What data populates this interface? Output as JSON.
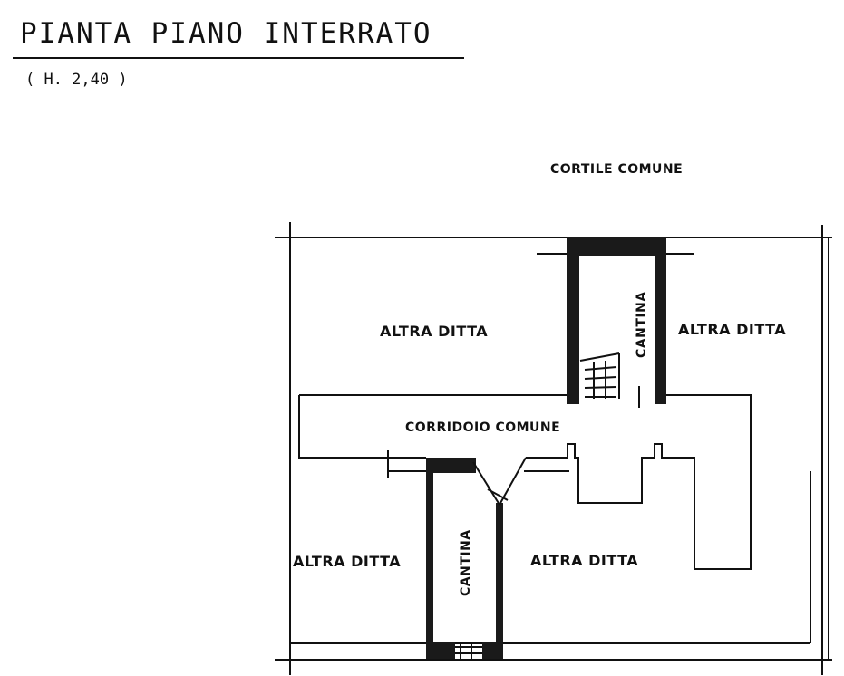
{
  "title": "PIANTA PIANO INTERRATO",
  "subtitle": "( H. 2,40 )",
  "labels": {
    "courtyard": "CORTILE COMUNE",
    "top_left": "ALTRA DITTA",
    "top_right": "ALTRA DITTA",
    "cantina_top": "CANTINA",
    "corridor": "CORRIDOIO COMUNE",
    "bottom_left": "ALTRA DITTA",
    "cantina_bottom": "CANTINA",
    "bottom_right": "ALTRA DITTA"
  }
}
